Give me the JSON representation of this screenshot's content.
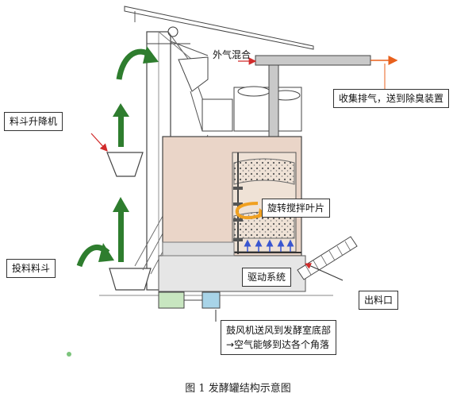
{
  "labels": {
    "mixing_air": "外气混合",
    "exhaust": "收集排气，送到除臭装置",
    "bucket_elevator": "料斗升降机",
    "rotating_blade": "旋转搅拌叶片",
    "feed_hopper": "投料料斗",
    "drive_system": "驱动系统",
    "discharge_port": "出料口",
    "blower_line1": "鼓风机送风到发酵室底部",
    "blower_line2": "→空气能够到达各个角落"
  },
  "caption": "图 1 发酵罐结构示意图",
  "colors": {
    "tank_fill": "#ead5c8",
    "arrow_green": "#2e7d2e",
    "arrow_orange": "#e8601c",
    "arrow_red": "#d12b2b",
    "air_blue": "#3a56d0",
    "blower_box": "#c8e6c0",
    "blower_box2": "#a8d4e8"
  }
}
